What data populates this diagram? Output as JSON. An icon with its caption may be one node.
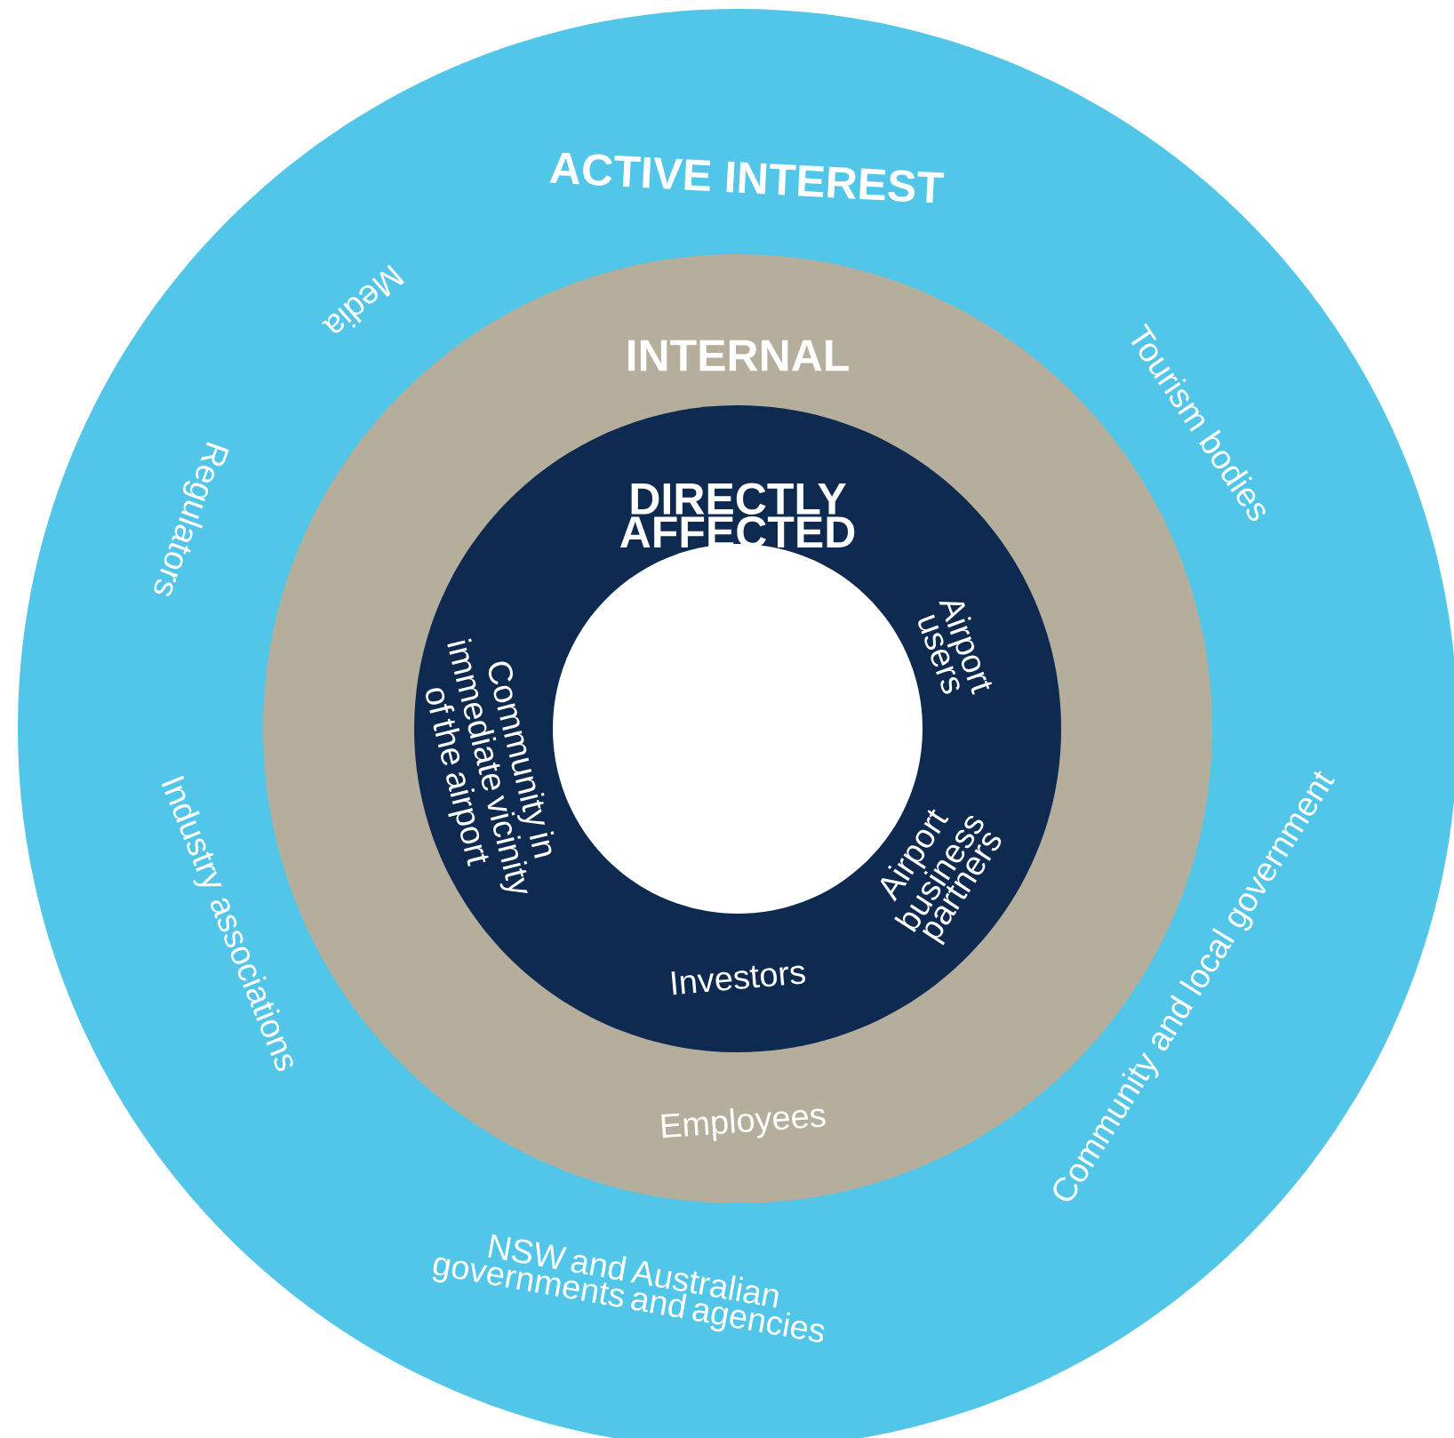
{
  "diagram": {
    "nodes": [
      {
        "text": [
          "ACTIVE INTEREST",
          "Media",
          "Regulators",
          "Industry associations",
          "NSW and Australian governments and agencies",
          "Community and local government",
          "Tourism bodies"
        ]
      },
      {
        "text": [
          "INTERNAL",
          "Employees"
        ],
        "in": 0
      },
      {
        "text": [
          "DIRECTLY AFFECTED",
          "Community in immediate vicinity of the airport",
          "Airport users",
          "Airport business partners",
          "Investors"
        ],
        "in": 1
      },
      {
        "text": [],
        "shape": "circle",
        "in": 2
      }
    ]
  }
}
